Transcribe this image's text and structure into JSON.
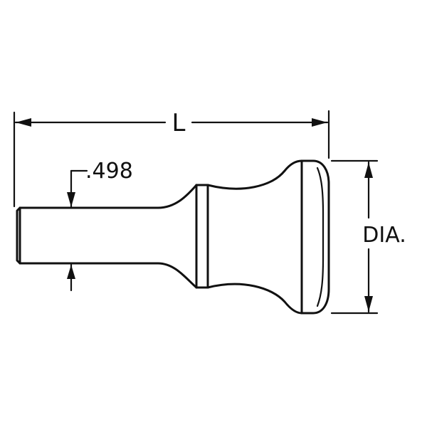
{
  "dimensions": {
    "length_label": "L",
    "shank_dimension_label": ".498",
    "head_diameter_label": "DIA."
  },
  "colors": {
    "ink": "#111111",
    "background": "#ffffff"
  }
}
